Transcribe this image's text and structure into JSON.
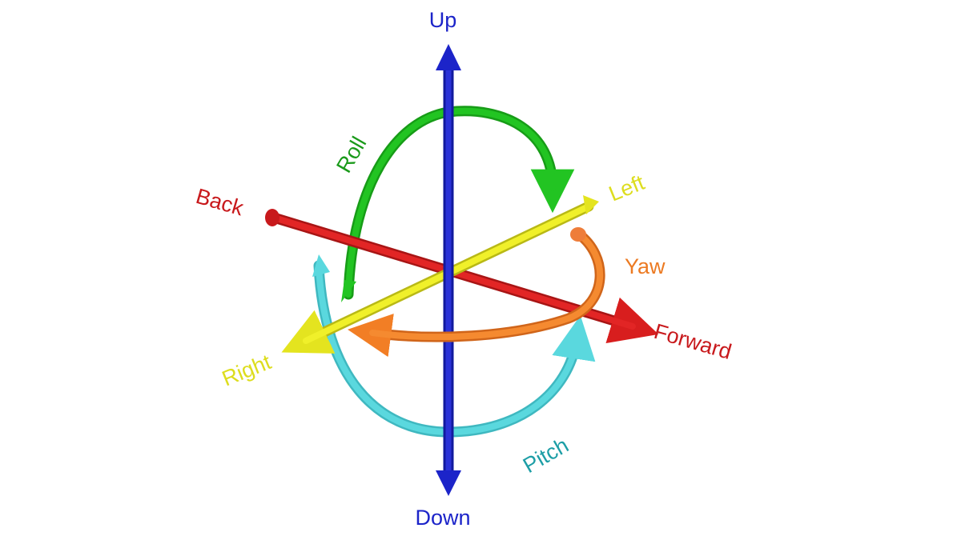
{
  "axes": {
    "up": {
      "label": "Up",
      "color": "#1c24c9"
    },
    "down": {
      "label": "Down",
      "color": "#1c24c9"
    },
    "back": {
      "label": "Back",
      "color": "#c8191c"
    },
    "forward": {
      "label": "Forward",
      "color": "#c8191c"
    },
    "left": {
      "label": "Left",
      "color": "#dddd1e"
    },
    "right": {
      "label": "Right",
      "color": "#dddd1e"
    }
  },
  "rotations": {
    "roll": {
      "label": "Roll",
      "color": "#1fc21f",
      "text_color": "#1a9a1a"
    },
    "yaw": {
      "label": "Yaw",
      "color": "#f27e25",
      "text_color": "#ec7a22"
    },
    "pitch": {
      "label": "Pitch",
      "color": "#55d5dc",
      "text_color": "#1d9ea6"
    }
  }
}
